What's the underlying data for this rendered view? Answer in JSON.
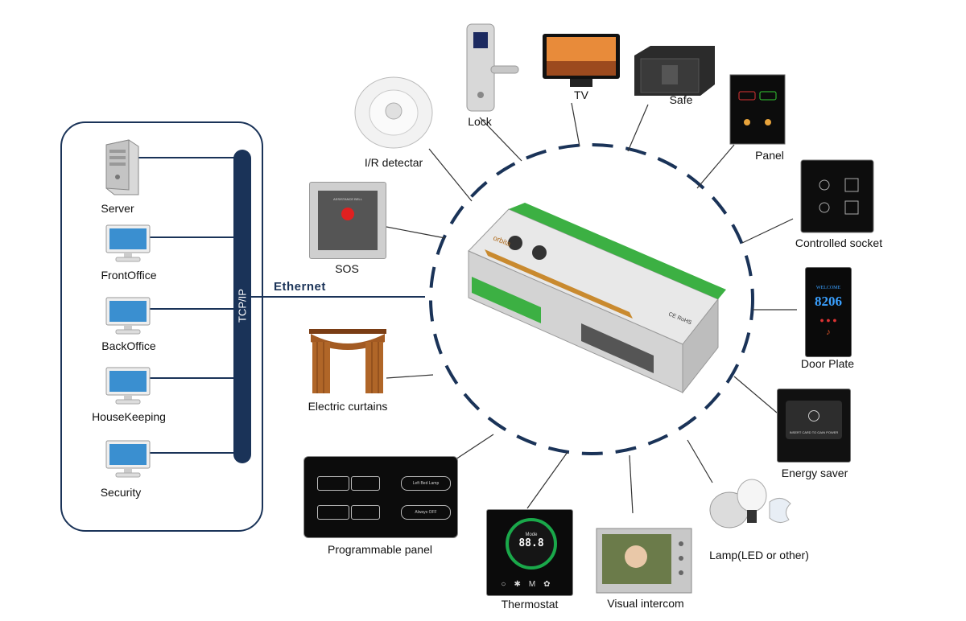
{
  "network": {
    "bus_label": "TCP/IP",
    "link_label": "Ethernet",
    "colors": {
      "frame": "#1a3358",
      "bus": "#1a3358",
      "ring": "#1a3358",
      "line": "#333333"
    },
    "terminals": [
      {
        "label": "Server",
        "icon": "server-tower-icon"
      },
      {
        "label": "FrontOffice",
        "icon": "computer-monitor-icon"
      },
      {
        "label": "BackOffice",
        "icon": "computer-monitor-icon"
      },
      {
        "label": "HouseKeeping",
        "icon": "computer-monitor-icon"
      },
      {
        "label": "Security",
        "icon": "computer-monitor-icon"
      }
    ]
  },
  "controller": {
    "brand": "orbita",
    "cert": "CE RoHS",
    "icon": "room-controller-icon"
  },
  "devices": [
    {
      "label": "I/R  detectar",
      "icon": "ir-detector-icon"
    },
    {
      "label": "Lock",
      "icon": "door-lock-icon"
    },
    {
      "label": "TV",
      "icon": "tv-icon"
    },
    {
      "label": "Safe",
      "icon": "safe-icon"
    },
    {
      "label": "Panel",
      "icon": "panel-icon"
    },
    {
      "label": "Controlled socket",
      "icon": "socket-icon"
    },
    {
      "label": "Door Plate",
      "icon": "door-plate-icon",
      "room": "8206",
      "welcome": "WELCOME"
    },
    {
      "label": "Energy saver",
      "icon": "energy-saver-icon",
      "caption": "INSERT CARD TO GAIN POWER"
    },
    {
      "label": "Lamp(LED or other)",
      "icon": "lamp-icon"
    },
    {
      "label": "Visual  intercom",
      "icon": "intercom-icon"
    },
    {
      "label": "Thermostat",
      "icon": "thermostat-icon",
      "reading": "88.8",
      "mode": "Mode"
    },
    {
      "label": "Programmable  panel",
      "icon": "programmable-panel-icon",
      "buttons": [
        "Left Bed Lamp",
        "Always OFF"
      ]
    },
    {
      "label": "Electric curtains",
      "icon": "curtains-icon"
    },
    {
      "label": "SOS",
      "icon": "sos-icon",
      "caption": "ASSISTANCE BELL"
    }
  ]
}
